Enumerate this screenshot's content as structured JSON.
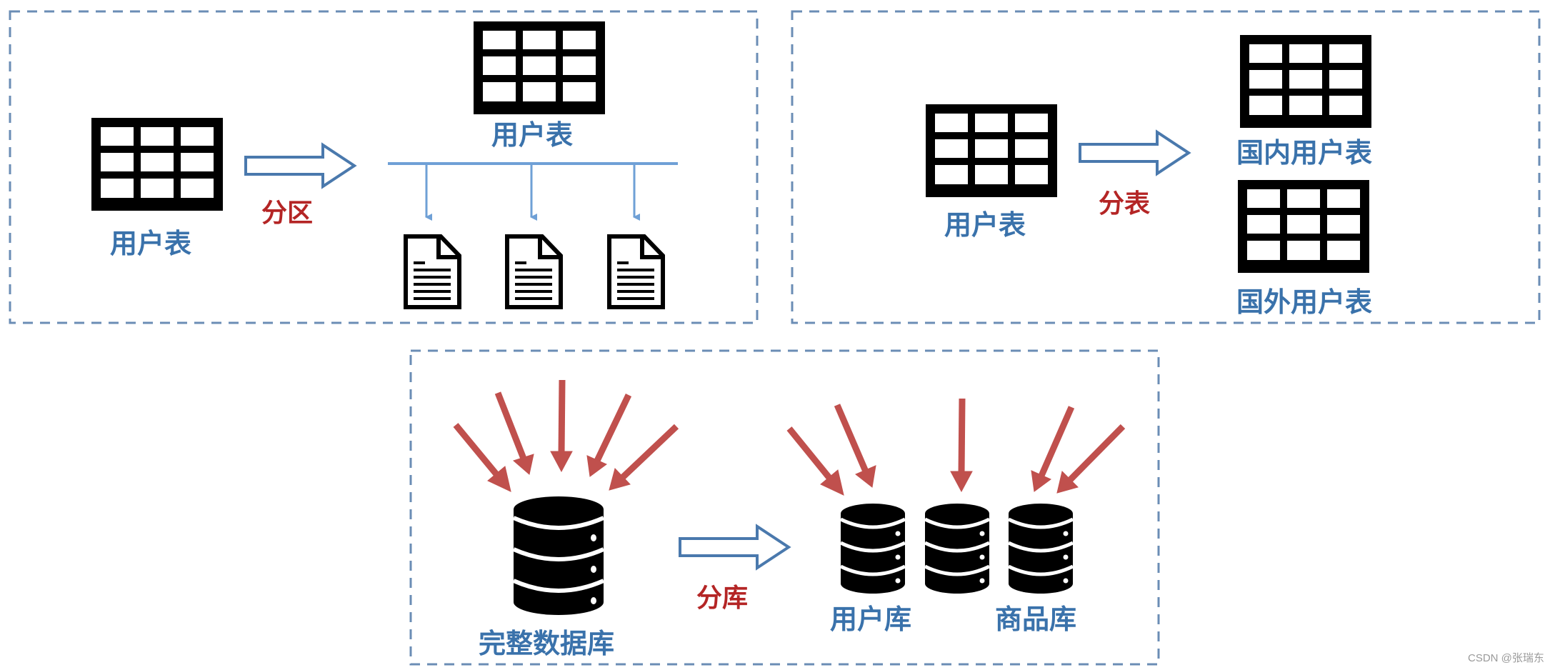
{
  "colors": {
    "dash_border": "#6b8db5",
    "label_blue": "#3a72ab",
    "label_red": "#b42525",
    "flow_arrow_outline": "#4a79ad",
    "branch_line": "#6fa0d6",
    "request_arrow": "#c0504d",
    "icon": "#000000"
  },
  "partition_panel": {
    "source_label": "用户表",
    "action_label": "分区",
    "target_label": "用户表",
    "partition_file_count": 3
  },
  "split_table_panel": {
    "source_label": "用户表",
    "action_label": "分表",
    "targets": [
      {
        "label": "国内用户表"
      },
      {
        "label": "国外用户表"
      }
    ]
  },
  "split_db_panel": {
    "source_label": "完整数据库",
    "action_label": "分库",
    "source_request_arrows": 5,
    "target_request_arrows": 5,
    "target_db_count": 3,
    "target_labels": [
      "用户库",
      "商品库"
    ]
  },
  "watermark": "CSDN @张瑞东"
}
